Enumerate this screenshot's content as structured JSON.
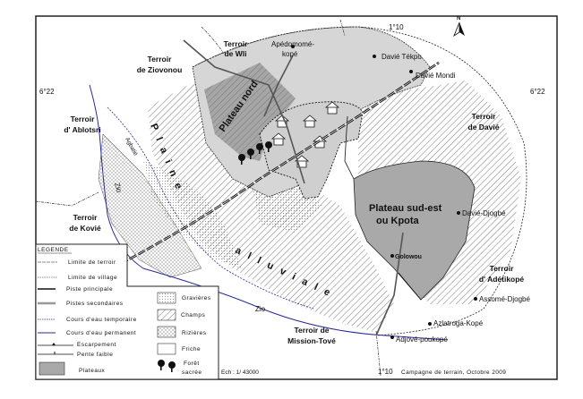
{
  "coordinates": {
    "lat_left": "6°22",
    "lat_right": "6°22",
    "lon_top": "1°10",
    "lon_bottom": "1°10"
  },
  "terroirs": [
    "Terroir de Wli",
    "Terroir de Ziovonou",
    "Terroir d' Ablotsri",
    "Terroir de Kovié",
    "Terroir de Davié",
    "Terroir d' Adétikopé",
    "Terroir de Mission-Tové"
  ],
  "terroir_lines": {
    "wli": [
      "Terroir",
      "de Wli"
    ],
    "ziovonou": [
      "Terroir",
      "de Ziovonou"
    ],
    "ablotsri": [
      "Terroir",
      "d' Ablotsri"
    ],
    "kovie": [
      "Terroir",
      "de Kovié"
    ],
    "davie": [
      "Terroir",
      "de Davié"
    ],
    "adetikope": [
      "Terroir",
      "d' Adétikopé"
    ],
    "mission": [
      "Terroir de",
      "Mission-Tové"
    ]
  },
  "zones": {
    "plateau_nord": "Plateau nord",
    "plateau_sud_est": [
      "Plateau sud-est",
      "ou Kpota"
    ],
    "plaine": "Plaine",
    "alluviale": "alluviale"
  },
  "villages": {
    "apedomome": [
      "Apédomomé-",
      "kopé"
    ],
    "davie_tekpo": "Davié Tékpo",
    "davie_mondi": "Davié Mondi",
    "davie_djogbe": "Davié-Djogbé",
    "golowou": "Golowou",
    "assome": "Assomé-Djogbé",
    "azlatroga": "Azlatroga-Kopé",
    "adjove": "Adjové-poukopé"
  },
  "rivers": {
    "zio_1": "Zio",
    "zio_2": "Zio",
    "agbatie": "Agbatié"
  },
  "north_label": "N",
  "scale": "Ech : 1/ 43000",
  "source": "Campagne de terrain, Octobre 2009",
  "legend": {
    "title": "LEGENDE",
    "items": [
      "Limite de terroir",
      "Limite de village",
      "Piste principale",
      "Pistes secondaires",
      "Cours d'eau temporaire",
      "Cours d'eau permanent",
      "Escarpement",
      "Pente faible",
      "Plateaux"
    ],
    "fills": [
      "Gravières",
      "Champs",
      "Rizières",
      "Friche"
    ],
    "forest": [
      "Forêt",
      "sacrée"
    ]
  },
  "colors": {
    "plateau": "#a9a9a9",
    "plateau_light": "#d9d9d9",
    "river": "#2a2a9a"
  }
}
